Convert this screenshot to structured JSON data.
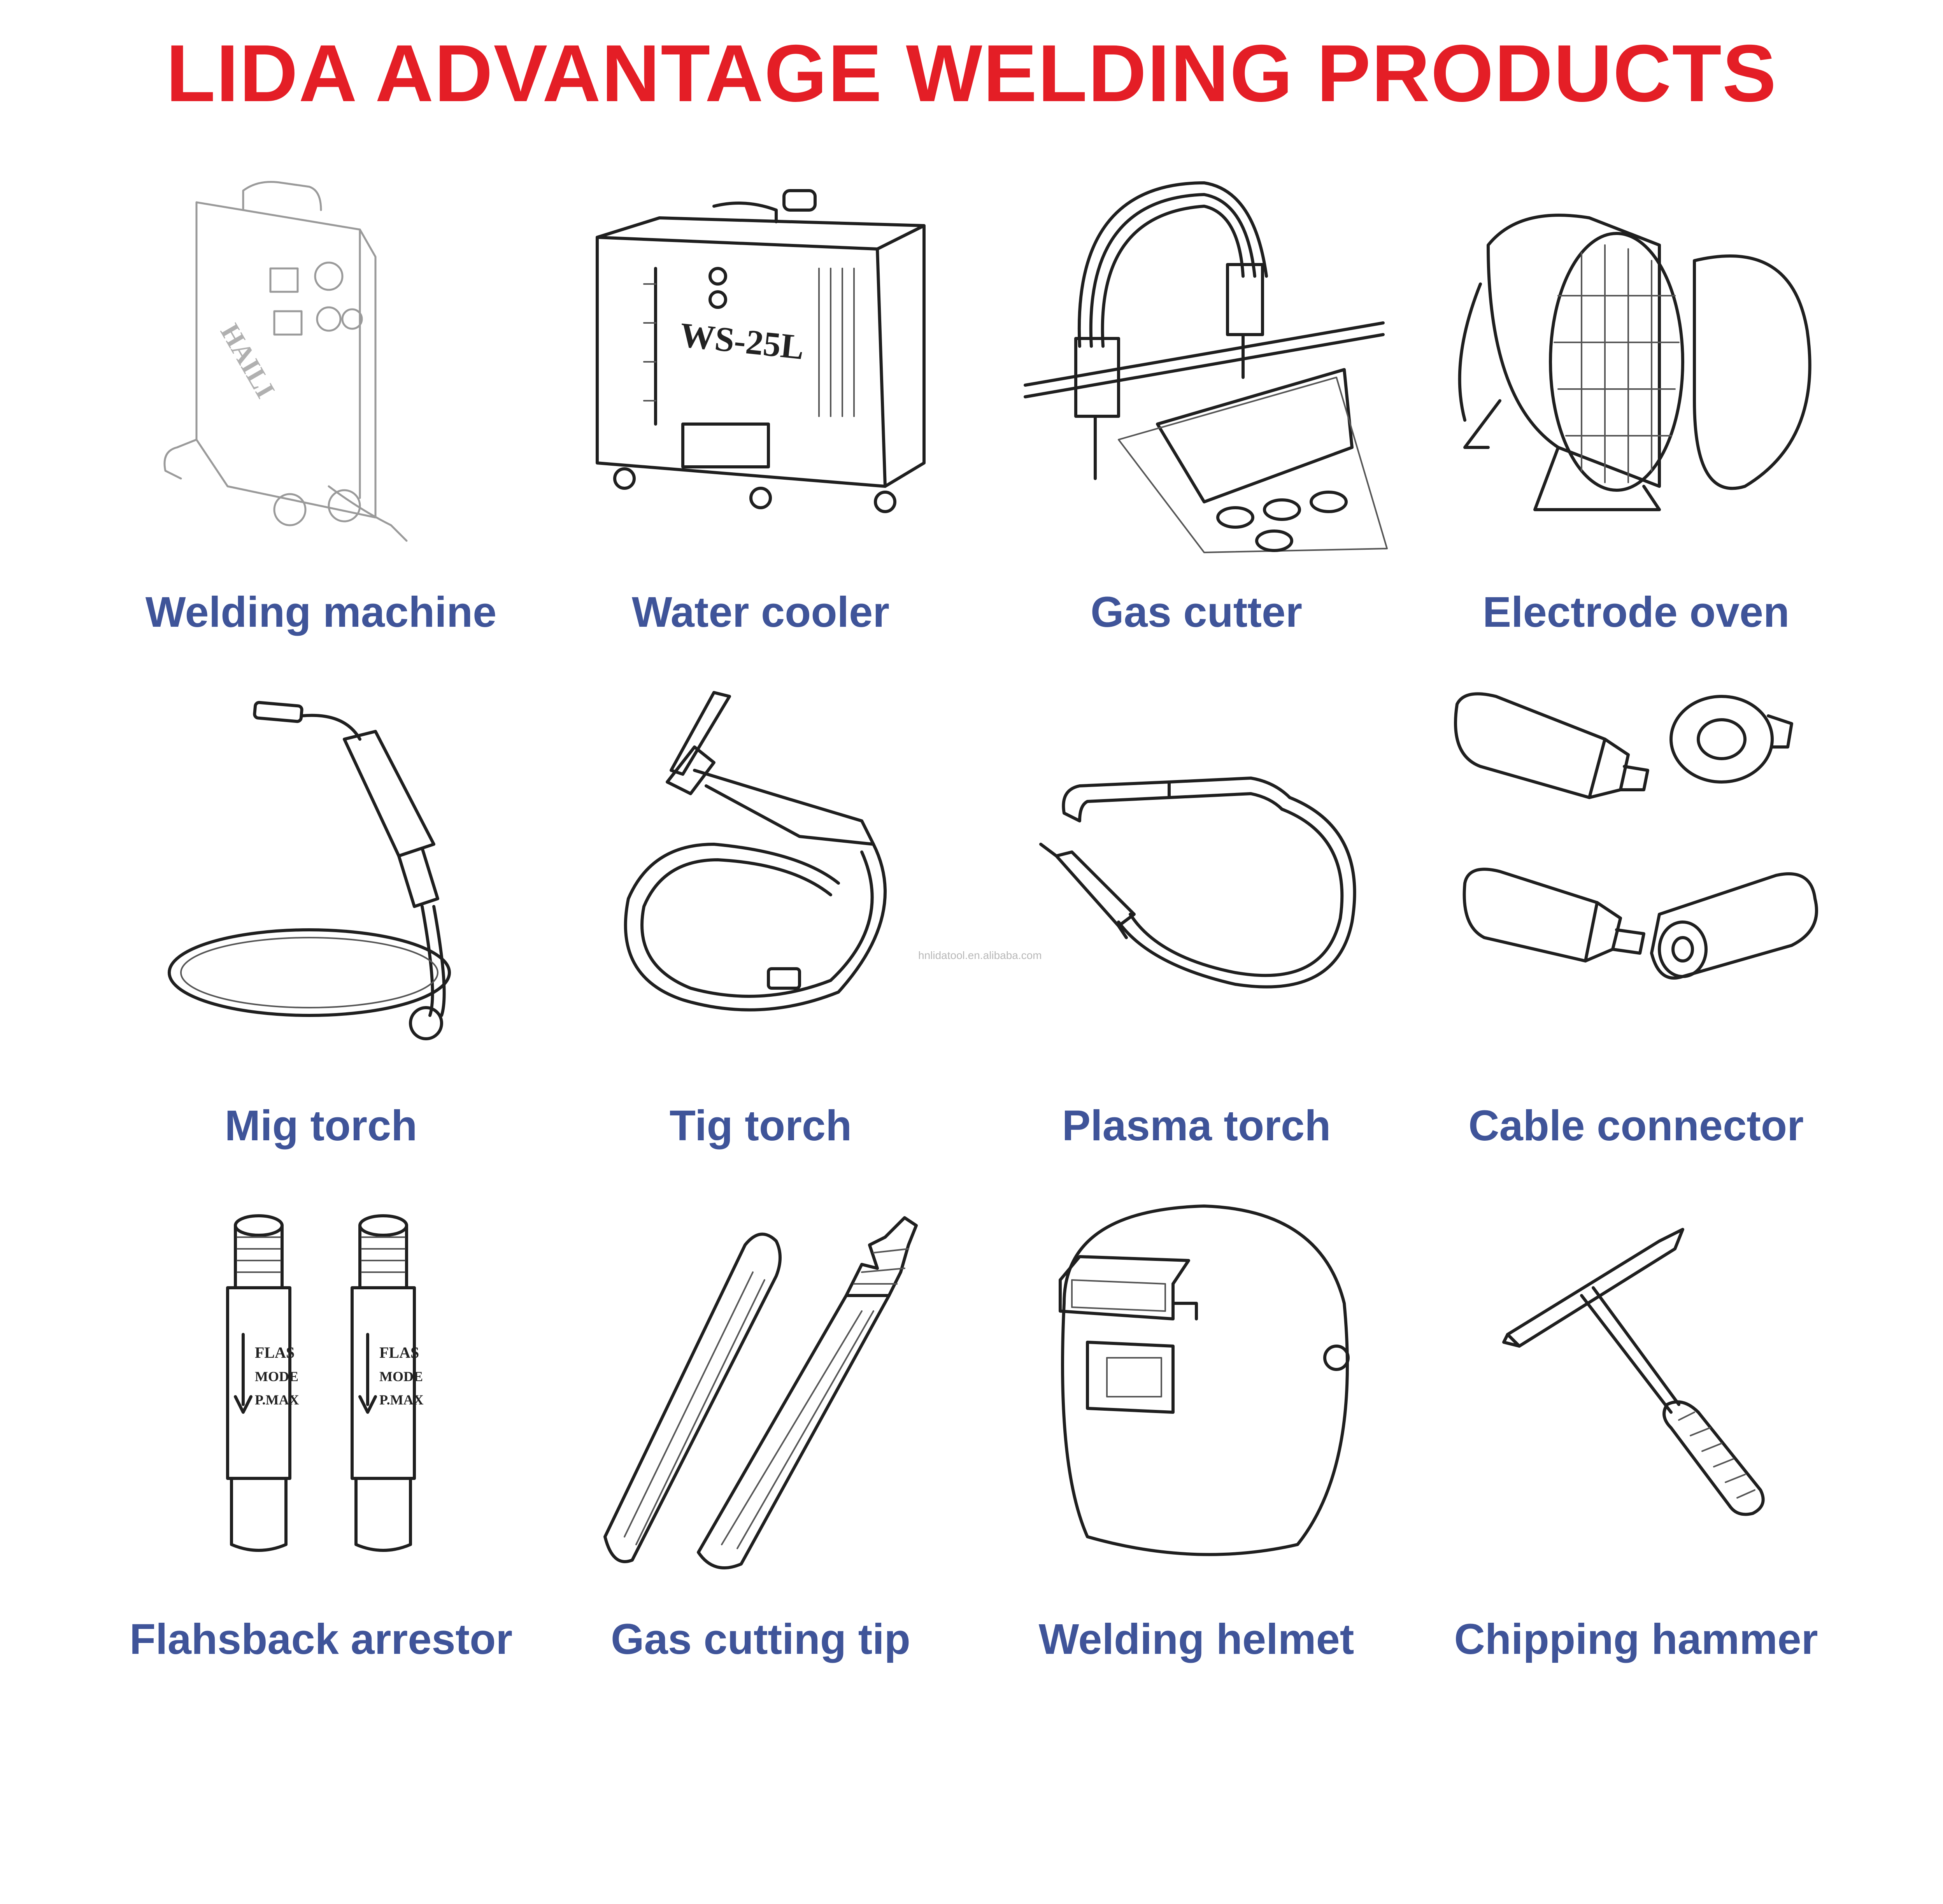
{
  "header": {
    "title": "LIDA ADVANTAGE WELDING PRODUCTS"
  },
  "watermark": "hnlidatool.en.alibaba.com",
  "products": [
    {
      "label": "Welding machine",
      "icon": "welding-machine-icon"
    },
    {
      "label": "Water cooler",
      "icon": "water-cooler-icon",
      "panel_text": "WS-25L"
    },
    {
      "label": "Gas cutter",
      "icon": "gas-cutter-icon"
    },
    {
      "label": "Electrode oven",
      "icon": "electrode-oven-icon"
    },
    {
      "label": "Mig torch",
      "icon": "mig-torch-icon"
    },
    {
      "label": "Tig torch",
      "icon": "tig-torch-icon"
    },
    {
      "label": "Plasma torch",
      "icon": "plasma-torch-icon"
    },
    {
      "label": "Cable connector",
      "icon": "cable-connector-icon"
    },
    {
      "label": "Flahsback arrestor",
      "icon": "flashback-arrestor-icon"
    },
    {
      "label": "Gas cutting tip",
      "icon": "gas-cutting-tip-icon"
    },
    {
      "label": "Welding helmet",
      "icon": "welding-helmet-icon"
    },
    {
      "label": "Chipping hammer",
      "icon": "chipping-hammer-icon"
    }
  ],
  "colors": {
    "title": "#e41e26",
    "labels": "#3f5499",
    "line_art": "#1f1f1f"
  }
}
